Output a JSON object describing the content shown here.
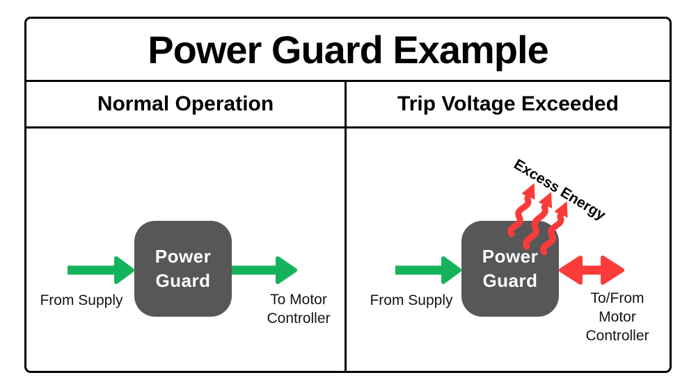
{
  "title": "Power Guard Example",
  "colors": {
    "green": "#14b35b",
    "red": "#fa3b3a",
    "box_gray": "#575757"
  },
  "panels": [
    {
      "header": "Normal Operation",
      "box": {
        "line1": "Power",
        "line2": "Guard"
      },
      "labels": {
        "input": "From Supply",
        "output_line1": "To Motor",
        "output_line2": "Controller"
      }
    },
    {
      "header": "Trip Voltage Exceeded",
      "box": {
        "line1": "Power",
        "line2": "Guard"
      },
      "labels": {
        "input": "From Supply",
        "output_line1": "To/From",
        "output_line2": "Motor",
        "output_line3": "Controller",
        "excess": "Excess Energy"
      }
    }
  ]
}
